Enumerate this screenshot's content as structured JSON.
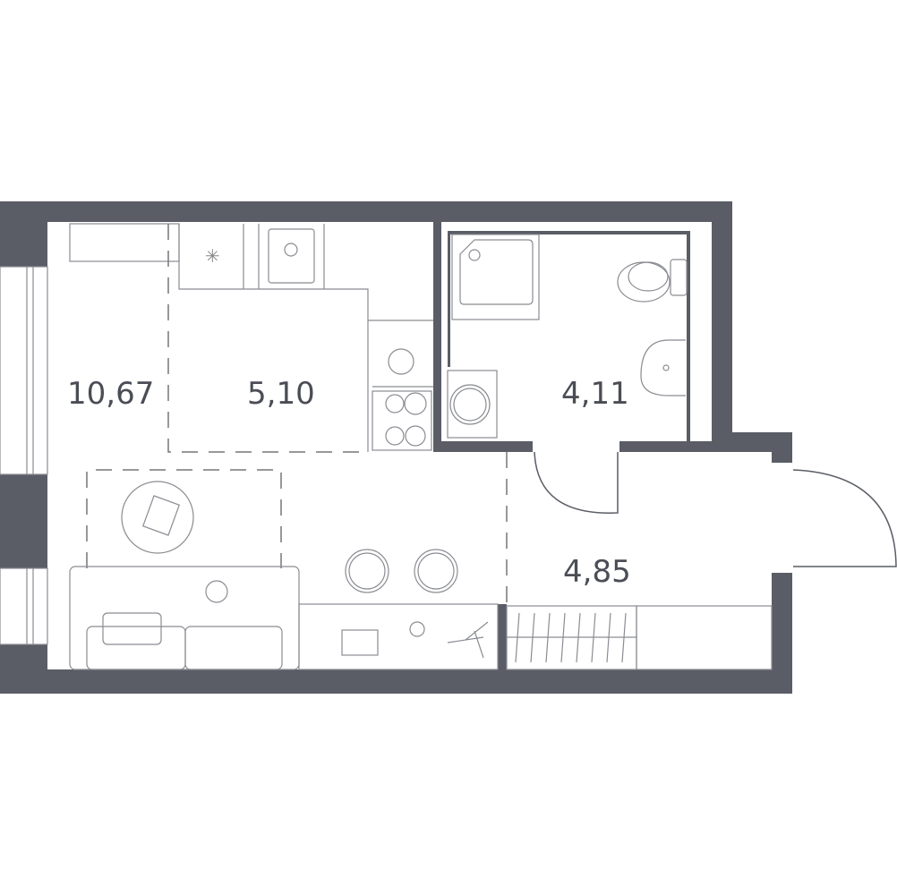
{
  "plan": {
    "colors": {
      "wall": "#5a5d66",
      "line": "#8a8c92",
      "text": "#4a4d55"
    },
    "rooms": [
      {
        "name": "living-room",
        "area": "10,67"
      },
      {
        "name": "kitchen",
        "area": "5,10"
      },
      {
        "name": "bathroom",
        "area": "4,11"
      },
      {
        "name": "hallway",
        "area": "4,85"
      }
    ]
  }
}
